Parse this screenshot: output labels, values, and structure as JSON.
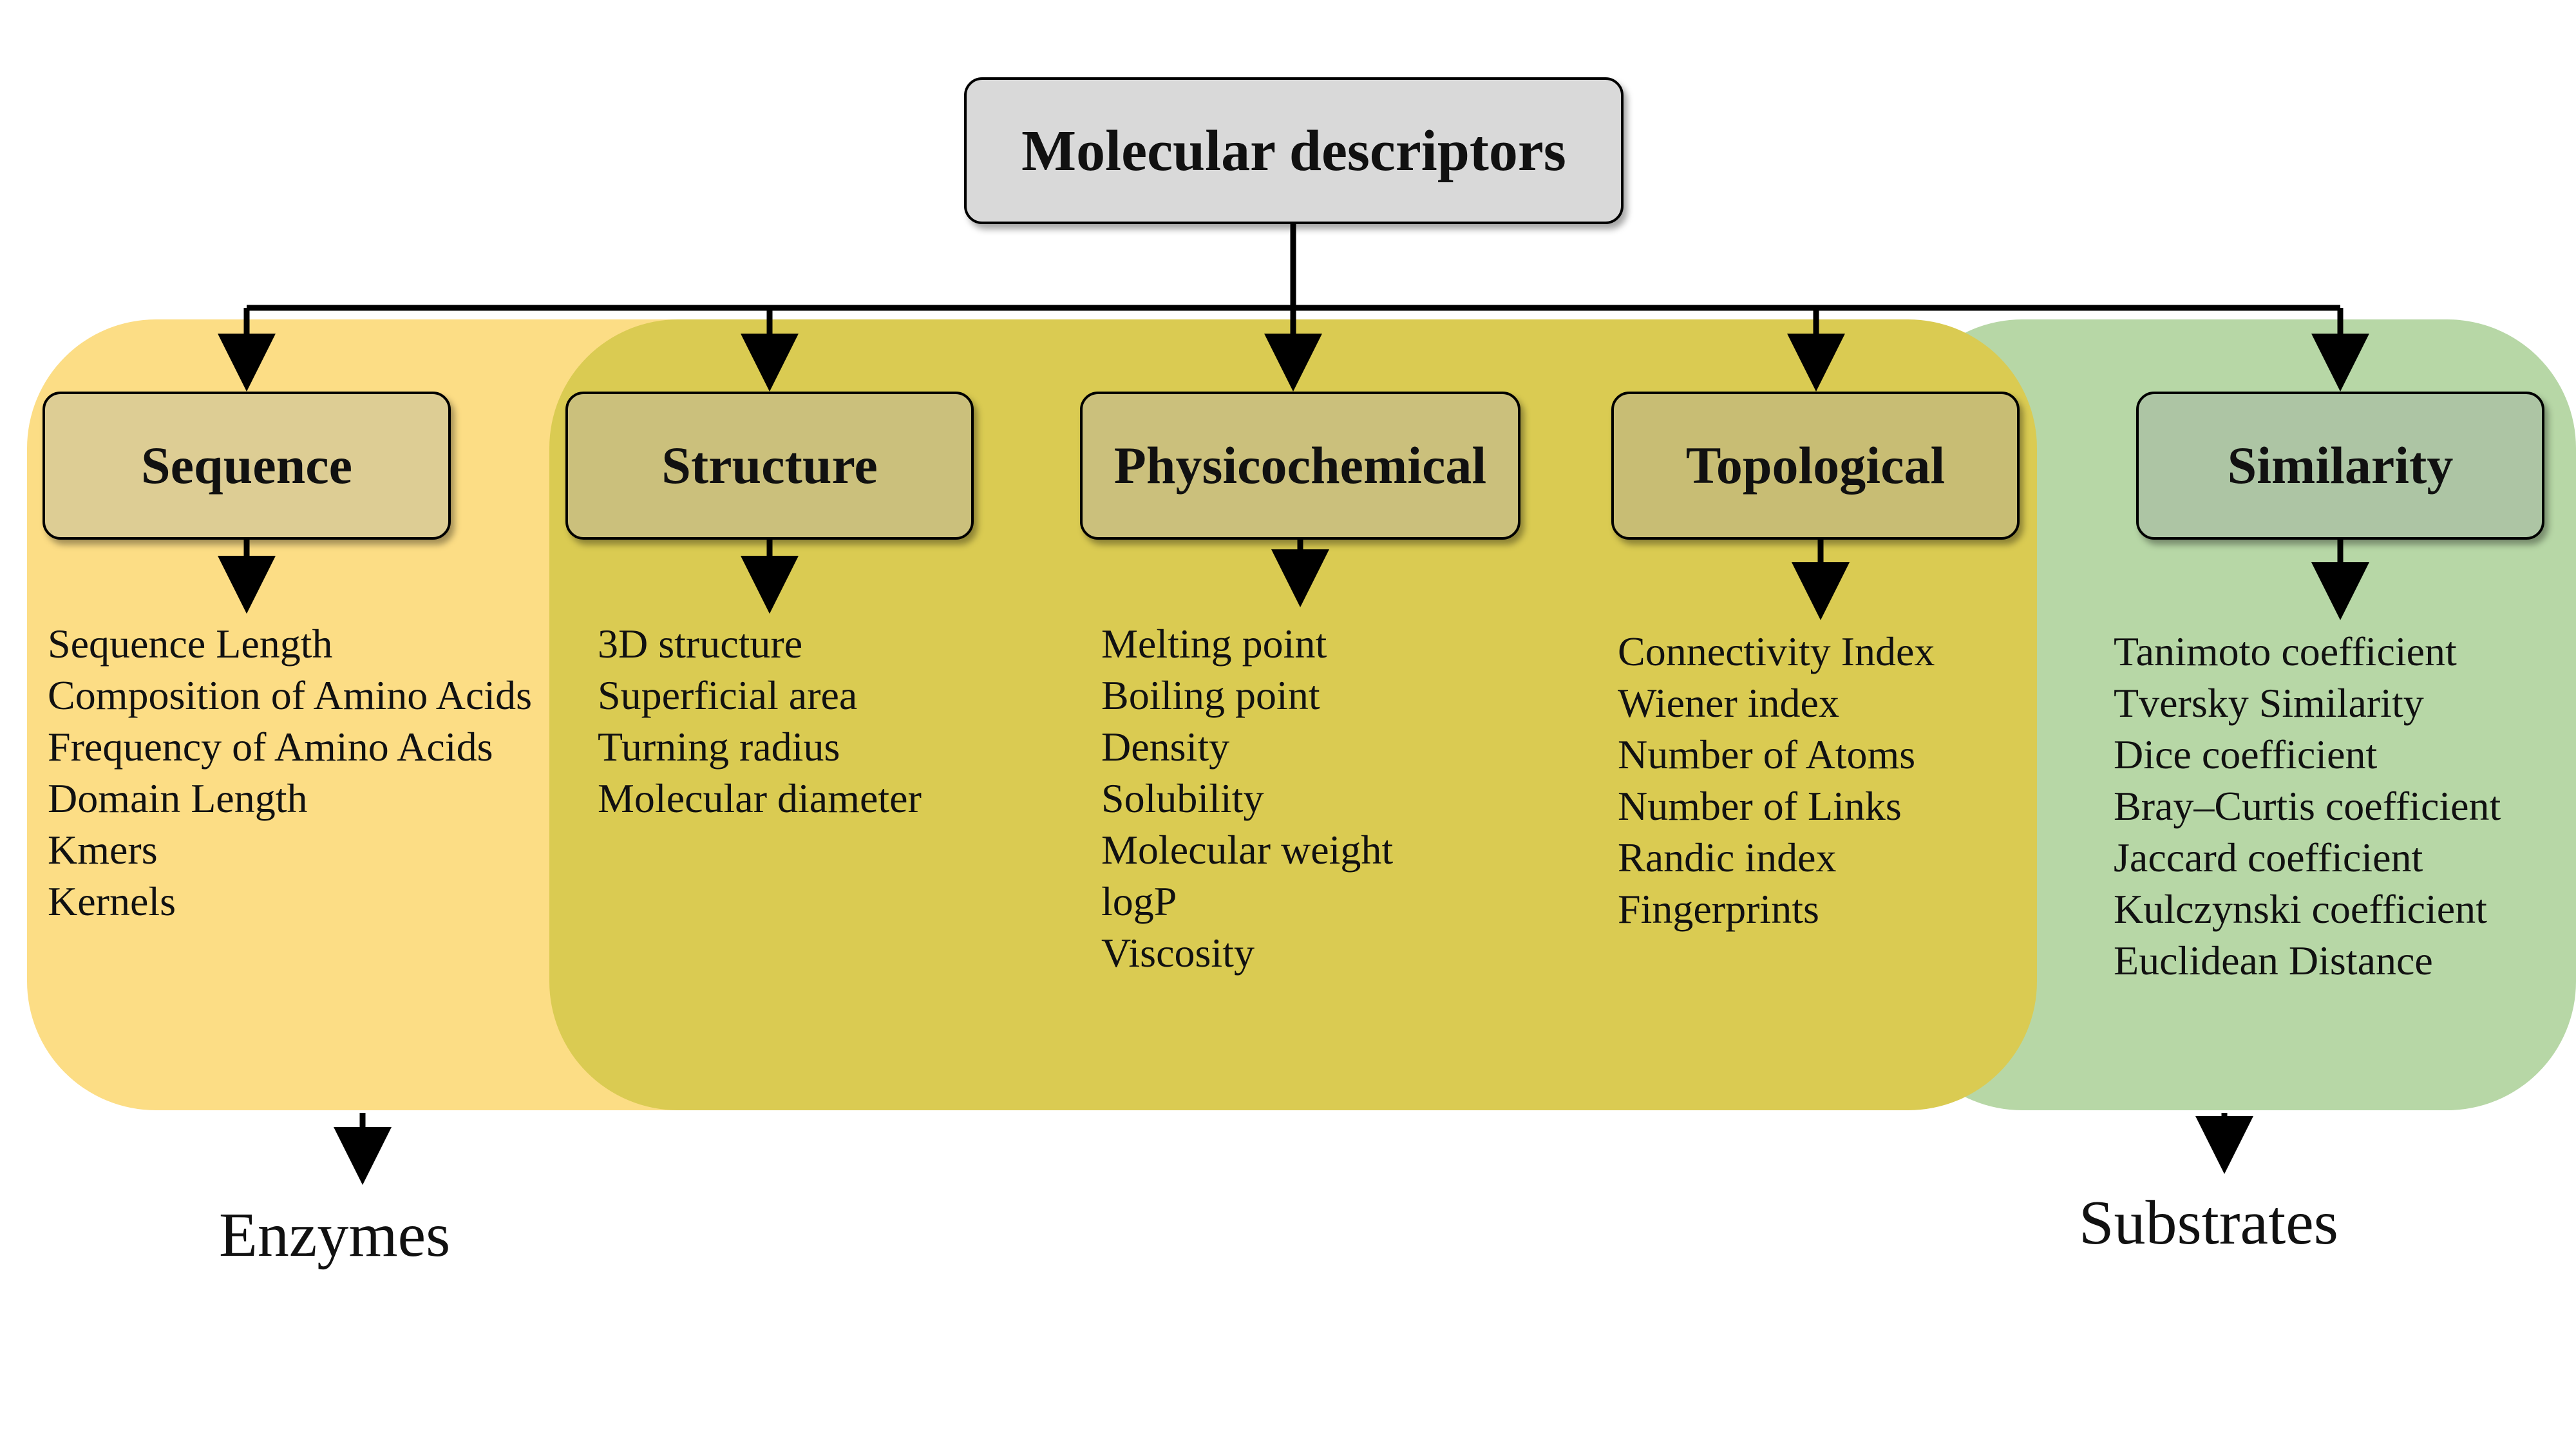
{
  "colors": {
    "region_yellow": "#fcdd85",
    "region_olive": "#dacb52",
    "region_green": "#b7d7a6",
    "root_box_fill": "#d9d9d9",
    "sequence_box_fill": "#ddcd94",
    "structure_box_fill": "#cbc07c",
    "physicochemical_box_fill": "#cbc07c",
    "topological_box_fill": "#c8bd74",
    "similarity_box_fill": "#adc5a4"
  },
  "root": {
    "label": "Molecular descriptors"
  },
  "categories": [
    {
      "label": "Sequence",
      "items": [
        "Sequence Length",
        "Composition of Amino Acids",
        "Frequency of Amino Acids",
        "Domain Length",
        "Kmers",
        "Kernels"
      ]
    },
    {
      "label": "Structure",
      "items": [
        "3D structure",
        "Superficial area",
        "Turning radius",
        "Molecular diameter"
      ]
    },
    {
      "label": "Physicochemical",
      "items": [
        "Melting point",
        "Boiling point",
        "Density",
        "Solubility",
        "Molecular weight",
        "logP",
        "Viscosity"
      ]
    },
    {
      "label": "Topological",
      "items": [
        "Connectivity Index",
        "Wiener index",
        "Number of Atoms",
        "Number of Links",
        "Randic index",
        "Fingerprints"
      ]
    },
    {
      "label": "Similarity",
      "items": [
        "Tanimoto coefficient",
        "Tversky Similarity",
        "Dice coefficient",
        "Bray–Curtis coefficient",
        "Jaccard coefficient",
        "Kulczynski coefficient",
        "Euclidean Distance"
      ]
    }
  ],
  "outcomes": {
    "enzymes": "Enzymes",
    "substrates": "Substrates"
  }
}
